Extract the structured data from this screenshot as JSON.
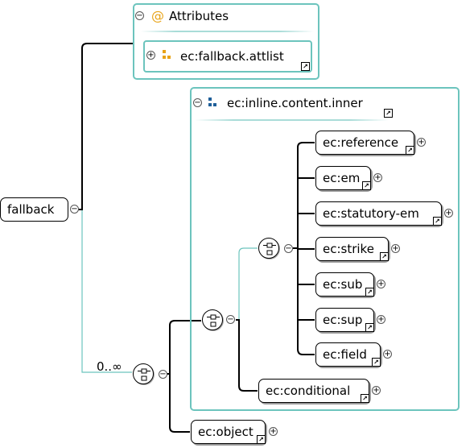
{
  "attributes_group": {
    "title": "Attributes",
    "icon": "at-sign-icon"
  },
  "attlist_ref": {
    "label": "ec:fallback.attlist"
  },
  "inline_group": {
    "title": "ec:inline.content.inner"
  },
  "root": {
    "label": "fallback"
  },
  "cardinality": {
    "label": "0..∞"
  },
  "elements": {
    "reference": "ec:reference",
    "em": "ec:em",
    "statutory_em": "ec:statutory-em",
    "strike": "ec:strike",
    "sub": "ec:sub",
    "sup": "ec:sup",
    "field": "ec:field",
    "conditional": "ec:conditional",
    "object": "ec:object"
  },
  "colors": {
    "group_border": "#6cc4bd",
    "attr_icon": "#e8a317",
    "group_icon": "#1f5f99",
    "connector": "#000000",
    "optional_connector": "#6cc4bd"
  }
}
